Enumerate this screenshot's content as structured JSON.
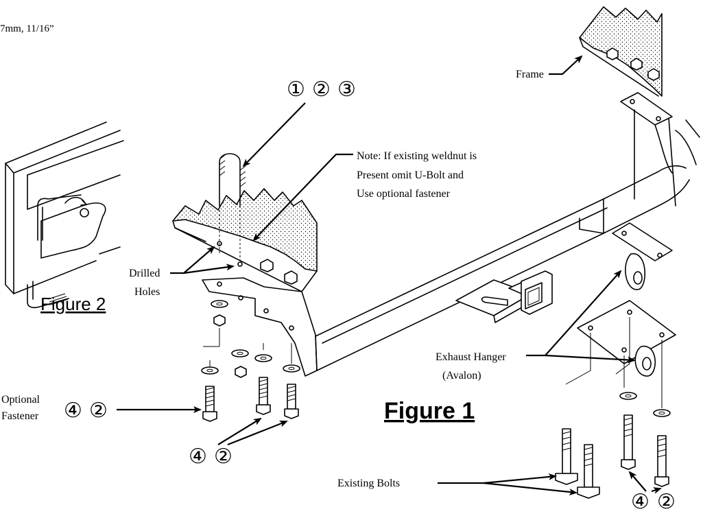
{
  "labels": {
    "top_left": "7mm, 11/16”",
    "frame": "Frame",
    "parts_top": [
      "①",
      "②",
      "③"
    ],
    "note": [
      "Note: If existing weldnut is",
      "Present omit U-Bolt and",
      "Use optional fastener"
    ],
    "drilled": [
      "Drilled",
      "Holes"
    ],
    "figure2": "Figure 2",
    "figure1": "Figure 1",
    "exhaust": [
      "Exhaust Hanger",
      "(Avalon)"
    ],
    "optional": [
      "Optional",
      "Fastener"
    ],
    "existing": "Existing Bolts",
    "callout_42": [
      "④",
      "②"
    ]
  }
}
